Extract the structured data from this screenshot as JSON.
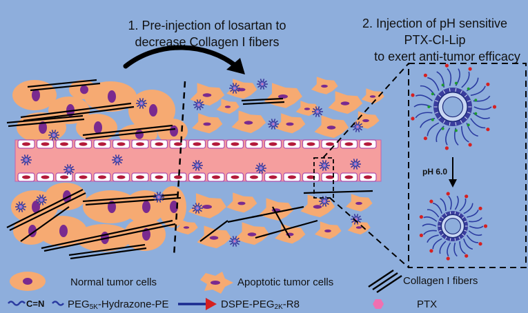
{
  "step1": {
    "line1": "1. Pre-injection of losartan to",
    "line2": "decrease Collagen I fibers"
  },
  "step2": {
    "line1": "2. Injection of pH sensitive",
    "line2": "PTX-CI-Lip",
    "line3": "to exert anti-tumor efficacy"
  },
  "inset": {
    "ph_label": "pH 6.0"
  },
  "legend": {
    "normal_cells": "Normal tumor cells",
    "apoptotic_cells": "Apoptotic tumor cells",
    "collagen": "Collagen I fibers",
    "peg_hydrazone": {
      "prefix": "PEG",
      "sub": "5K",
      "suffix": "-Hydrazone-PE",
      "bond": "C=N"
    },
    "dspe": {
      "prefix": "DSPE-PEG",
      "sub": "2K",
      "suffix": "-R8"
    },
    "ptx": "PTX"
  },
  "colors": {
    "background": "#8eaedc",
    "cell": "#f6aa72",
    "nucleus": "#7a2a8f",
    "vessel": "#f59e9e",
    "liposome": "#3d3a9c",
    "arrow_red": "#d62020",
    "bond_green": "#1e9b2e",
    "ptx_pink": "#f070b0"
  }
}
